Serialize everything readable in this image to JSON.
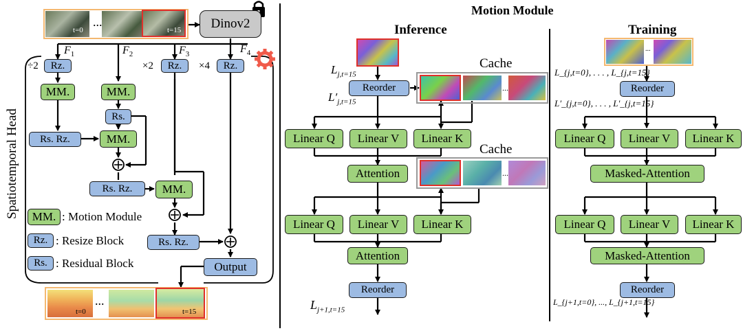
{
  "left": {
    "dinov2": "Dinov2",
    "features": [
      "F",
      "1",
      "F",
      "2",
      "F",
      "3",
      "F",
      "4"
    ],
    "scales": [
      "÷2",
      "×2",
      "×4"
    ],
    "rz": "Rz.",
    "mm": "MM.",
    "rs": "Rs.",
    "rsrz": "Rs. Rz.",
    "output": "Output",
    "side_label": "Spatiotemporal Head",
    "input_t0": "t=0",
    "input_t15": "t=15",
    "output_t0": "t=0",
    "output_t15": "t=15",
    "dots": "...",
    "legend": [
      {
        "key": "MM.",
        "text": ": Motion Module"
      },
      {
        "key": "Rz.",
        "text": ": Resize Block"
      },
      {
        "key": "Rs.",
        "text": ": Residual Block"
      }
    ]
  },
  "motion_module": {
    "title": "Motion Module",
    "inference": {
      "title": "Inference",
      "cache": "Cache",
      "reorder": "Reorder",
      "linear_q": "Linear Q",
      "linear_v": "Linear V",
      "linear_k": "Linear K",
      "attention": "Attention",
      "in_L": "L",
      "in_sub": "j,t=15",
      "mid_L": "L′",
      "mid_sub": "j,t=15",
      "out_L": "L",
      "out_sub": "j+1,t=15"
    },
    "training": {
      "title": "Training",
      "reorder": "Reorder",
      "linear_q": "Linear Q",
      "linear_v": "Linear V",
      "linear_k": "Linear K",
      "masked_attention": "Masked-Attention",
      "in_label": "L_{j,t=0}, . . . , L_{j,t=15}",
      "mid_label": "L′_{j,t=0}, . . . , L′_{j,t=15}",
      "out_label": "L_{j+1,t=0}, ..., L_{j+1,t=15}"
    }
  },
  "colors": {
    "green": "#9fd27d",
    "blue": "#9dbbe3",
    "gray": "#c9c9c9",
    "orange_frame": "#f4b870",
    "red_frame": "#e0302a",
    "gear": "#f05a4a"
  }
}
